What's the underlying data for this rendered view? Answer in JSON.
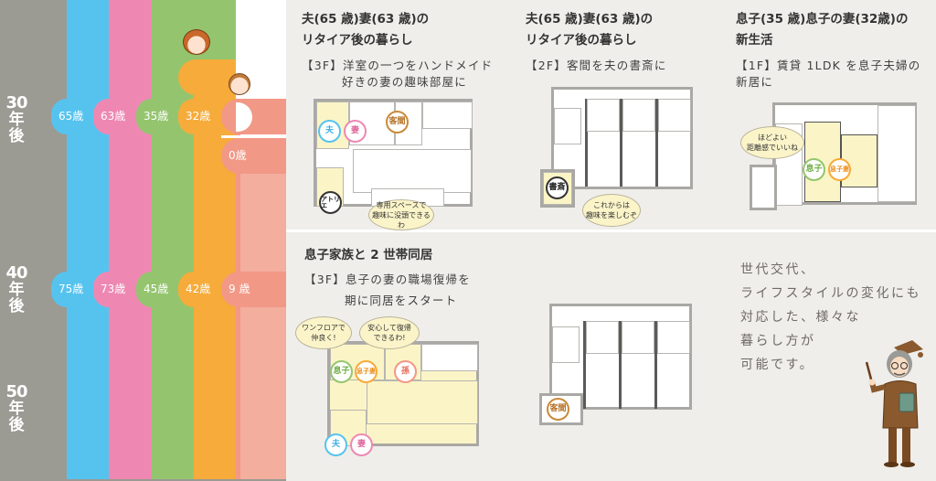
{
  "timeline": {
    "years": [
      {
        "num": "30",
        "c1": "年",
        "c2": "後"
      },
      {
        "num": "40",
        "c1": "年",
        "c2": "後"
      },
      {
        "num": "50",
        "c1": "年",
        "c2": "後"
      }
    ],
    "row30": {
      "husband": "65歳",
      "wife": "63歳",
      "son": "35歳",
      "son_wife": "32歳",
      "grandchild_hidden": "",
      "newborn": "0歳"
    },
    "row40": {
      "husband": "75歳",
      "wife": "73歳",
      "son": "45歳",
      "son_wife": "42歳",
      "grandchild": "9 歳"
    },
    "colors": {
      "gray": "#9b9a93",
      "husband": "#56c3ef",
      "wife": "#ee88b3",
      "son": "#94c56e",
      "son_wife": "#f6ab3a",
      "grandchild": "#f29886"
    }
  },
  "sections": {
    "top_left": {
      "title_line1": "夫(65 歳)妻(63 歳)の",
      "title_line2": "リタイア後の暮らし",
      "sub_line1": "【3F】洋室の一つをハンドメイド",
      "sub_line2": "好きの妻の趣味部屋に",
      "badges": {
        "husband": "夫",
        "wife": "妻",
        "guest": "客間",
        "atelier": "アトリエ"
      },
      "bubble_line1": "専用スペースで",
      "bubble_line2": "趣味に没頭できるわ"
    },
    "top_middle": {
      "title_line1": "夫(65 歳)妻(63 歳)の",
      "title_line2": "リタイア後の暮らし",
      "sub_line1": "【2F】客間を夫の書斎に",
      "badges": {
        "study": "書斎"
      },
      "bubble_line1": "これからは",
      "bubble_line2": "趣味を楽しむぞ"
    },
    "top_right": {
      "title_line1": "息子(35 歳)息子の妻(32歳)の",
      "title_line2": "新生活",
      "sub_line1": "【1F】賃貸 1LDK を息子夫婦の",
      "sub_line2": "新居に",
      "badges": {
        "son": "息子",
        "son_wife": "息子妻"
      },
      "bubble_line1": "ほどよい",
      "bubble_line2": "距離感でいいね"
    },
    "bottom_left": {
      "title_line1": "息子家族と 2 世帯同居",
      "sub_line1": "【3F】息子の妻の職場復帰を",
      "sub_line2": "期に同居をスタート",
      "badges": {
        "son": "息子",
        "son_wife": "息子妻",
        "grandchild": "孫",
        "husband": "夫",
        "wife": "妻"
      },
      "bubble1_line1": "ワンフロアで",
      "bubble1_line2": "仲良く!",
      "bubble2_line1": "安心して復帰",
      "bubble2_line2": "できるわ!"
    },
    "bottom_middle": {
      "badges": {
        "guest": "客間"
      }
    },
    "closing": {
      "lines": [
        "世代交代、",
        "ライフスタイルの変化にも",
        "対応した、様々な",
        "暮らし方が",
        "可能です。"
      ]
    }
  }
}
